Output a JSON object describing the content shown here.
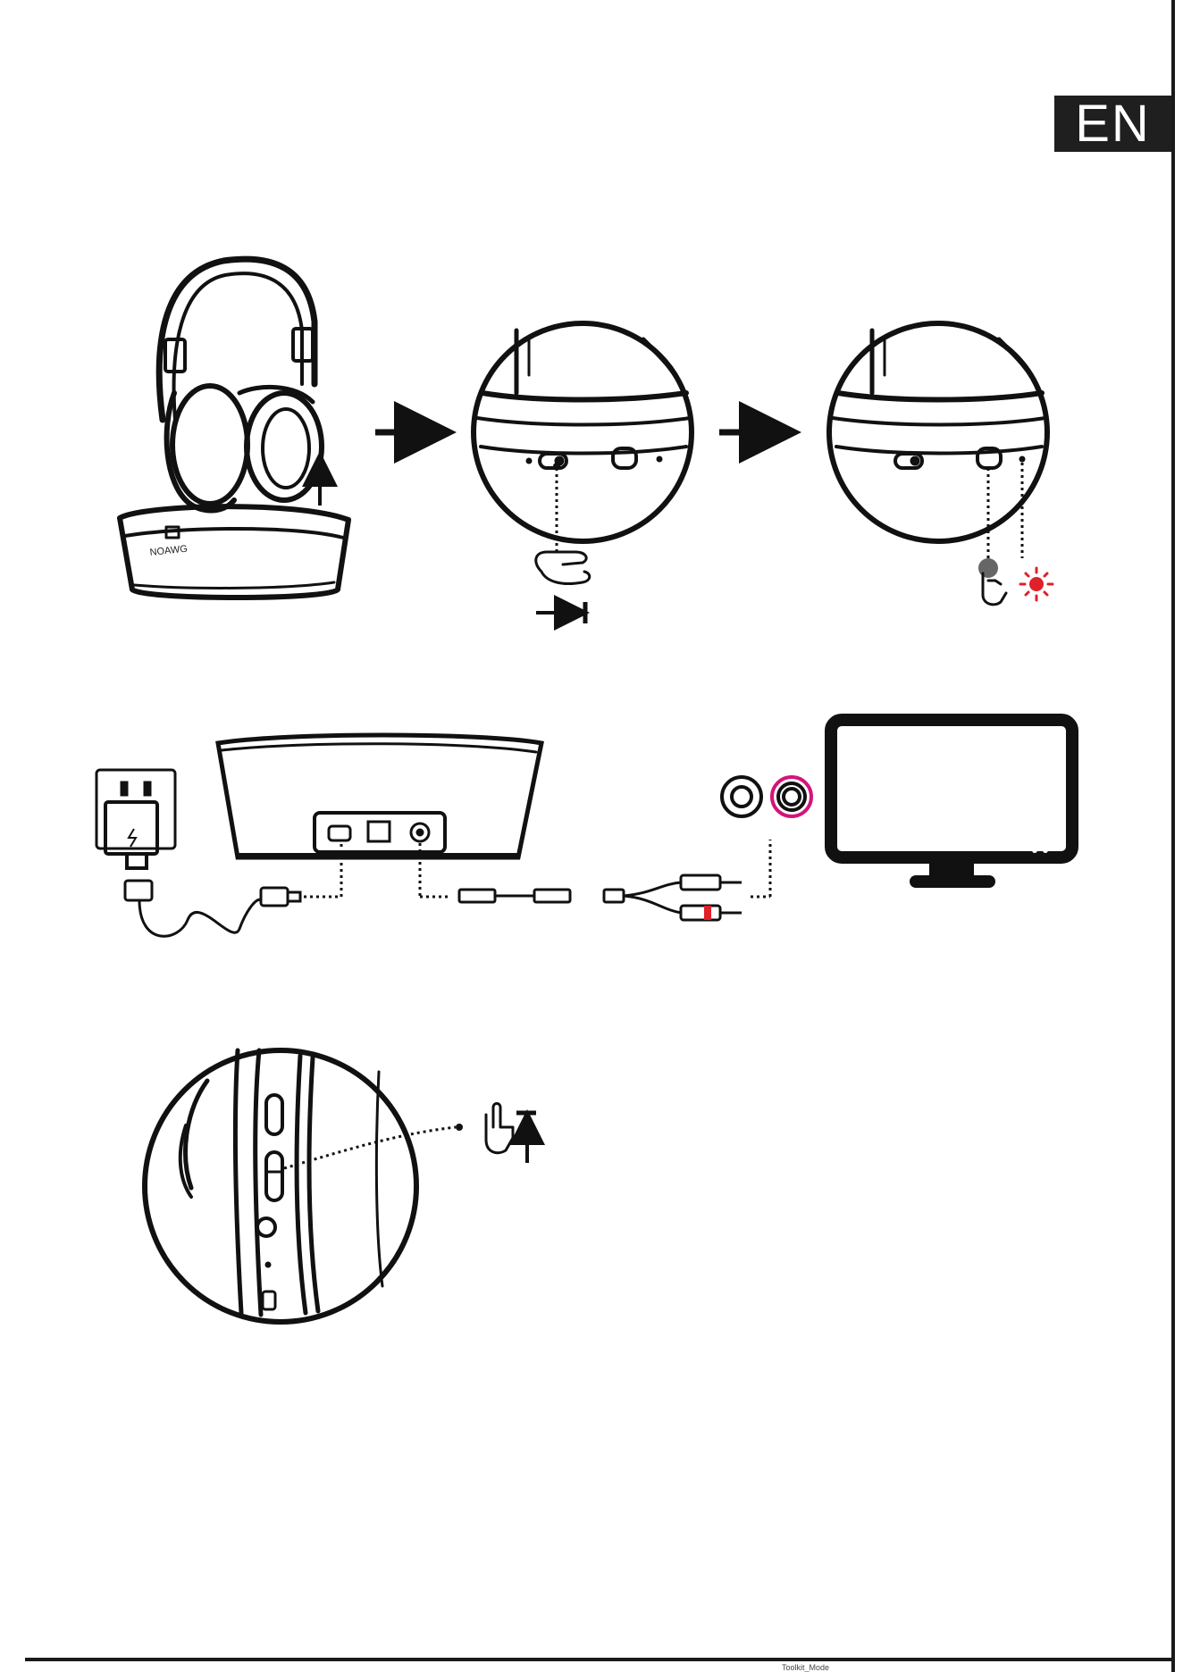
{
  "page": {
    "language_badge": "EN",
    "footer_text": "Toolkit_Mode"
  },
  "figures": {
    "brand_text": "NOAWG",
    "colors": {
      "line": "#111111",
      "led_red": "#e0202a",
      "rca_pink": "#d4147a",
      "badge_bg": "#1f1f1f"
    }
  }
}
